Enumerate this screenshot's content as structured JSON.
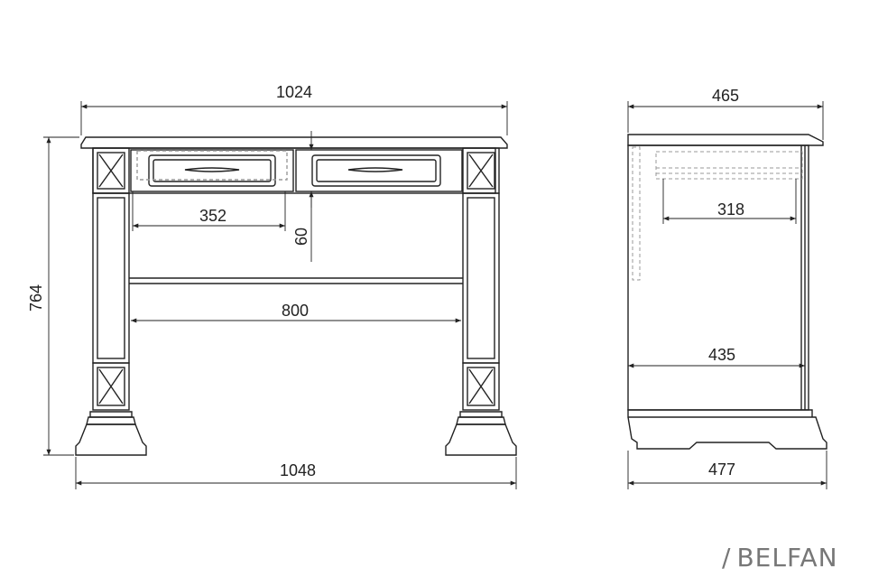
{
  "dimensions": {
    "front_top_width": "1024",
    "front_base_width": "1048",
    "front_height": "764",
    "drawer_width": "352",
    "drawer_height": "60",
    "inner_width": "800",
    "side_top_depth": "465",
    "side_drawer_depth": "318",
    "side_inner_depth": "435",
    "side_base_depth": "477"
  },
  "brand": {
    "slash": "/",
    "name": "BELFAN"
  },
  "colors": {
    "line": "#222222",
    "hidden": "#999999",
    "brand": "#777777"
  }
}
